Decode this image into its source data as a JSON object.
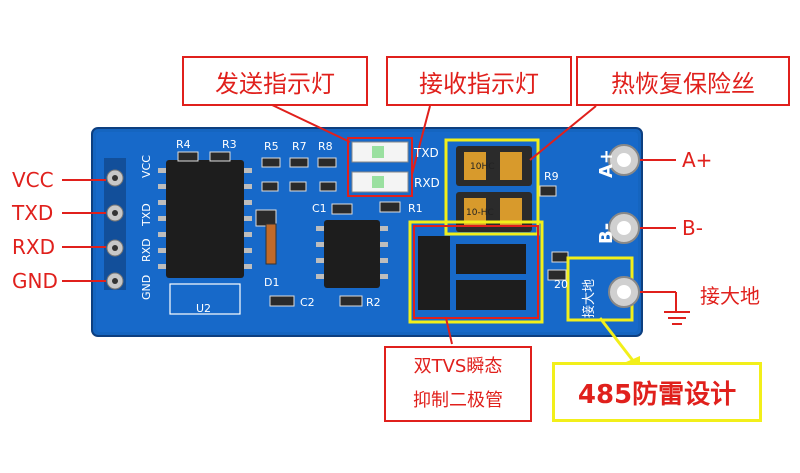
{
  "pins_left": [
    "VCC",
    "TXD",
    "RXD",
    "GND"
  ],
  "pins_right": [
    "A+",
    "B-",
    "接大地"
  ],
  "callouts": {
    "tx_led": "发送指示灯",
    "rx_led": "接收指示灯",
    "fuse": "热恢复保险丝",
    "tvs_line1": "双TVS瞬态",
    "tvs_line2": "抑制二极管",
    "lightning": "485防雷设计"
  },
  "silkscreen": {
    "vcc": "VCC",
    "txd": "TXD",
    "rxd": "RXD",
    "gnd": "GND",
    "r4": "R4",
    "r3": "R3",
    "r5": "R5",
    "r7": "R7",
    "r8": "R8",
    "led_txd": "TXD",
    "led_rxd": "RXD",
    "c1": "C1",
    "r1": "R1",
    "d1": "D1",
    "c2": "C2",
    "r2": "R2",
    "u2": "U2",
    "r9": "R9",
    "r20": "20",
    "a_plus": "A+",
    "b_minus": "B-",
    "earth": "接大地",
    "fuse_mark1": "10HC",
    "fuse_mark2": "10-HC"
  },
  "colors": {
    "pcb": "#1565c0",
    "callout": "#e0201c",
    "highlight": "#f2ef1a"
  }
}
